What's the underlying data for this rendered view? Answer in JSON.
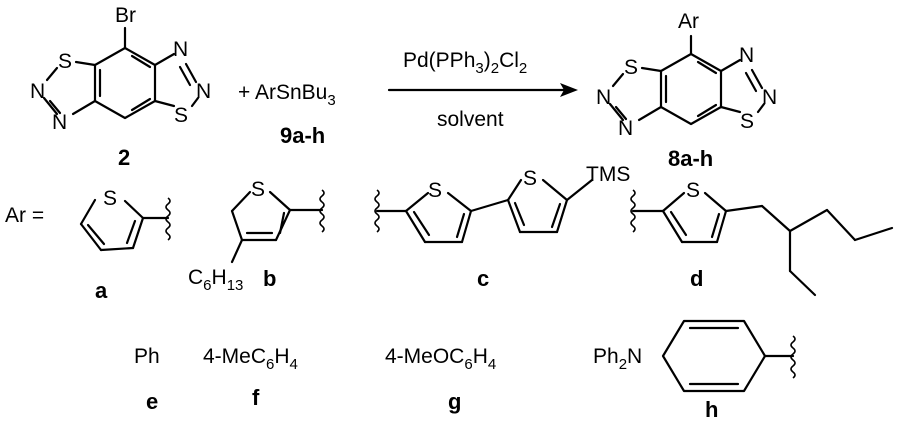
{
  "reaction": {
    "reactant_substituent": "Br",
    "reactant_label": "2",
    "reagent_prefix": "+ ArSnBu",
    "reagent_sub": "3",
    "reagent_label": "9a-h",
    "catalyst_part1": "Pd(PPh",
    "catalyst_sub1": "3",
    "catalyst_part2": ")",
    "catalyst_sub2": "2",
    "catalyst_part3": "Cl",
    "catalyst_sub3": "2",
    "condition": "solvent",
    "product_substituent": "Ar",
    "product_label": "8a-h"
  },
  "atoms": {
    "sulfur": "S",
    "nitrogen": "N"
  },
  "ar_prefix": "Ar =",
  "substituents": {
    "a": {
      "label": "a"
    },
    "b": {
      "label": "b",
      "chain_main": "C",
      "chain_sub1": "6",
      "chain_mid": "H",
      "chain_sub2": "13"
    },
    "c": {
      "label": "c",
      "silyl": "TMS"
    },
    "d": {
      "label": "d"
    },
    "e": {
      "label": "e",
      "name": "Ph"
    },
    "f": {
      "label": "f",
      "name_main": "4-MeC",
      "name_sub1": "6",
      "name_mid": "H",
      "name_sub2": "4"
    },
    "g": {
      "label": "g",
      "name_main": "4-MeOC",
      "name_sub1": "6",
      "name_mid": "H",
      "name_sub2": "4"
    },
    "h": {
      "label": "h",
      "amine_main": "Ph",
      "amine_sub": "2",
      "amine_end": "N"
    }
  }
}
